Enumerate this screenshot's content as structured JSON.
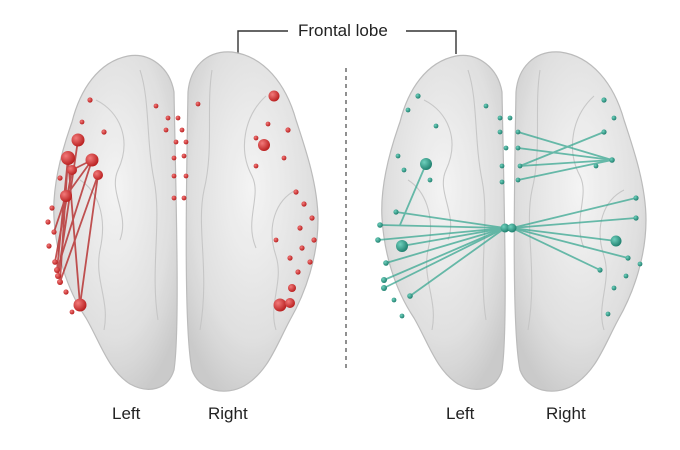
{
  "header": {
    "label": "Frontal lobe"
  },
  "panels": [
    {
      "name": "red-network",
      "accent": "#d32f2f",
      "labels": {
        "left": "Left",
        "right": "Right"
      }
    },
    {
      "name": "teal-network",
      "accent": "#2e9c88",
      "labels": {
        "left": "Left",
        "right": "Right"
      }
    }
  ],
  "colors": {
    "brain_fill": "#dcdcdc",
    "brain_stroke": "#b8b8b8",
    "divider": "#555555",
    "red_node": "#d32f2f",
    "red_edge": "#b52a2a",
    "teal_node": "#2a9a86",
    "teal_edge": "#3aa892"
  }
}
